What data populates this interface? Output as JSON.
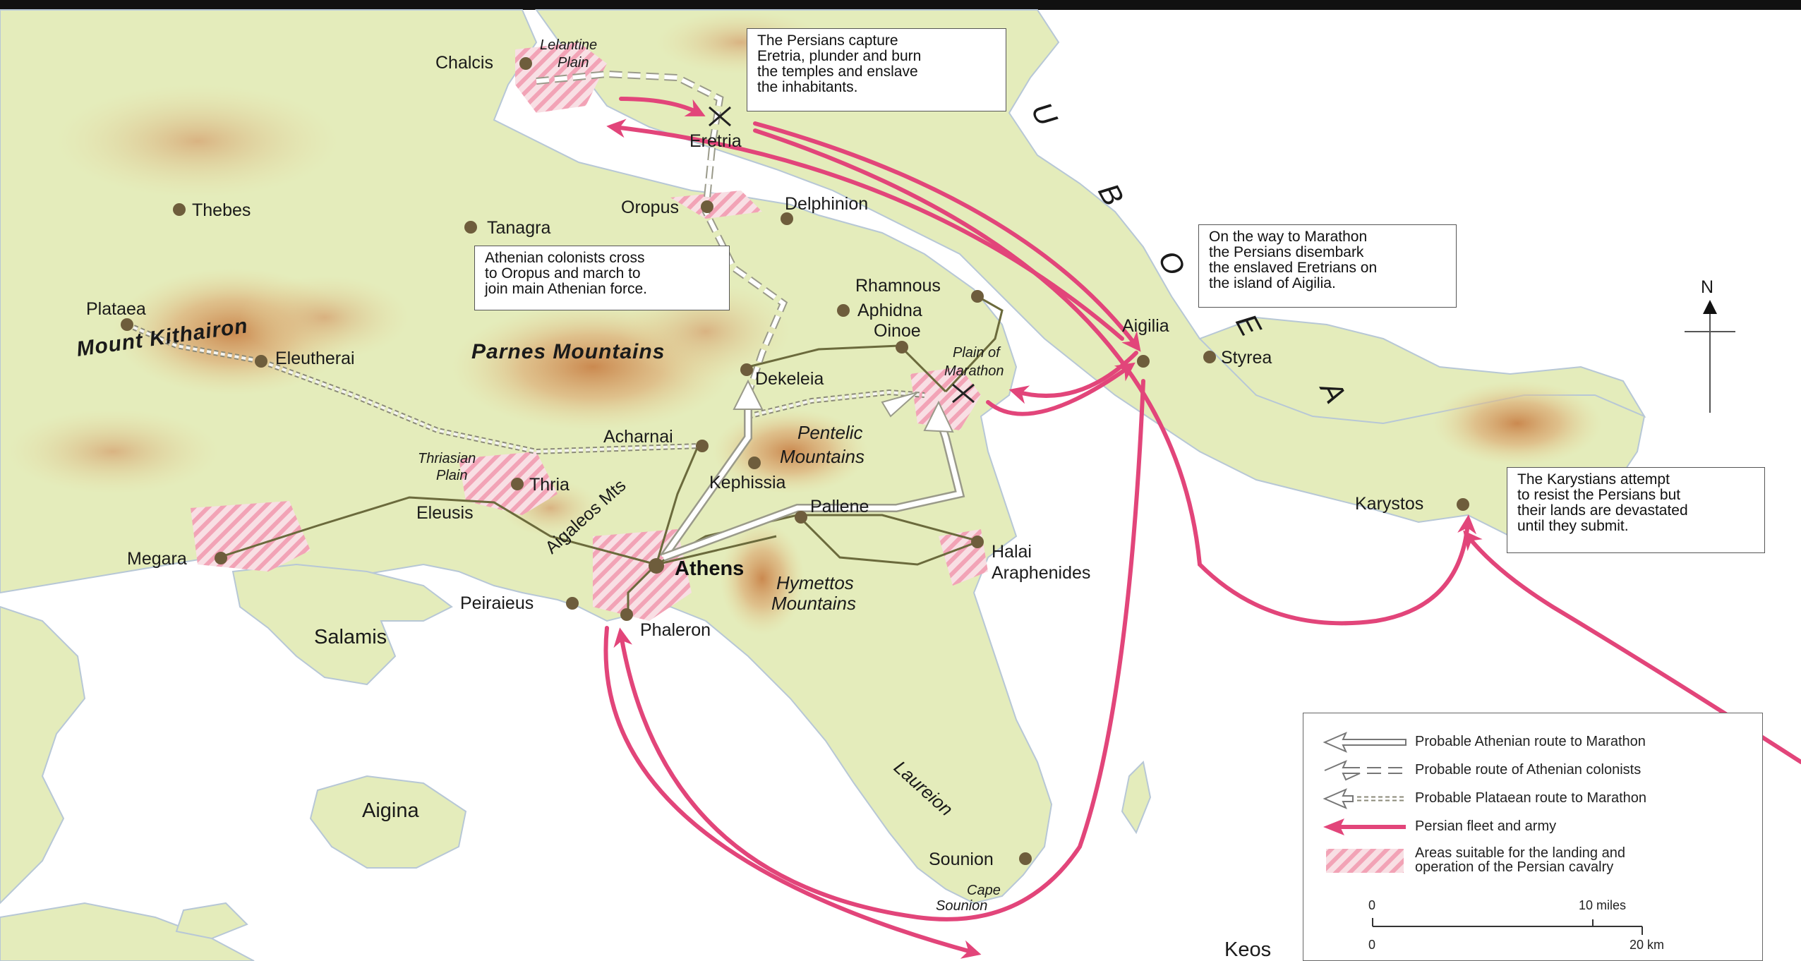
{
  "places": {
    "chalcis": "Chalcis",
    "lelantine_plain": [
      "Lelantine",
      "Plain"
    ],
    "eretria": "Eretria",
    "thebes": "Thebes",
    "tanagra": "Tanagra",
    "oropus": "Oropus",
    "delphinion": "Delphinion",
    "plataea": "Plataea",
    "mount_kithairon": "Mount Kithairon",
    "eleutherai": "Eleutherai",
    "parnes_mountains": "Parnes Mountains",
    "rhamnous": "Rhamnous",
    "aphidna": "Aphidna",
    "oinoe": "Oinoe",
    "plain_of_marathon": [
      "Plain of",
      "Marathon"
    ],
    "dekeleia": "Dekeleia",
    "aigilia": "Aigilia",
    "styrea": "Styrea",
    "acharnai": "Acharnai",
    "pentelic_mountains": [
      "Pentelic",
      "Mountains"
    ],
    "kephissia": "Kephissia",
    "thriasian_plain": [
      "Thriasian",
      "Plain"
    ],
    "thria": "Thria",
    "eleusis": "Eleusis",
    "aigaleos_mts": "Aigaleos Mts",
    "pallene": "Pallene",
    "karystos": "Karystos",
    "megara": "Megara",
    "athens": "Athens",
    "halai_araphenides": [
      "Halai",
      "Araphenides"
    ],
    "hymettos_mountains": [
      "Hymettos",
      "Mountains"
    ],
    "peiraieus": "Peiraieus",
    "phaleron": "Phaleron",
    "salamis": "Salamis",
    "aigina": "Aigina",
    "laureion": "Laureion",
    "sounion": "Sounion",
    "cape_sounion": [
      "Cape",
      "Sounion"
    ],
    "keos": "Keos",
    "euboea": [
      "U",
      "B",
      "O",
      "E",
      "A"
    ]
  },
  "compass_label": "N",
  "callouts": {
    "eretria": "The Persians capture\nEretria, plunder and burn\nthe temples and enslave\nthe inhabitants.",
    "colonists": "Athenian colonists cross\nto Oropus and march to\njoin main Athenian force.",
    "aigilia": "On the way to Marathon\nthe Persians disembark\nthe enslaved Eretrians on\nthe island of Aigilia.",
    "karystos": "The Karystians attempt\nto resist the Persians but\ntheir lands are devastated\nuntil they submit."
  },
  "legend": {
    "items": [
      "Probable Athenian route to Marathon",
      "Probable route of Athenian colonists",
      "Probable Plataean route to Marathon",
      "Persian fleet and army",
      "Areas suitable for the landing and\noperation of the Persian cavalry"
    ],
    "scale_miles_zero": "0",
    "scale_miles": "10 miles",
    "scale_km_zero": "0",
    "scale_km": "20 km"
  },
  "colors": {
    "sea": "#ffffff",
    "land_light": "#e8efc2",
    "land": "#dfe8b0",
    "relief": "#d9a56c",
    "persian_route": "#e2457a",
    "road": "#6b6a3c",
    "town": "#6e5d3c",
    "hatch": "#f2a3b6"
  }
}
